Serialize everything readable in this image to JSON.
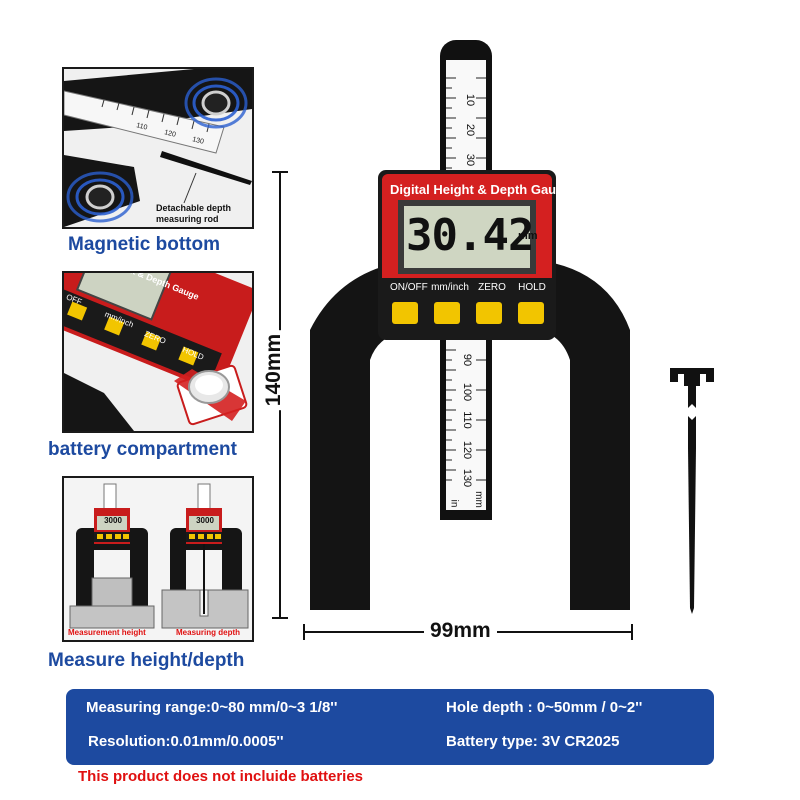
{
  "colors": {
    "accent": "#1d4aa0",
    "warning": "#e01010",
    "gauge_red": "#d42020",
    "lcd": "#cfd6c2"
  },
  "gauge": {
    "title": "Digital Height & Depth Gauge",
    "reading": "30.42",
    "unit": "mm",
    "buttons": [
      "ON/OFF",
      "mm/inch",
      "ZERO",
      "HOLD"
    ],
    "ruler_top": [
      "10",
      "20",
      "30"
    ],
    "ruler_bottom": [
      "90",
      "100",
      "110",
      "120",
      "130"
    ],
    "ruler_unit_top": "mm",
    "ruler_unit_bottom": "in"
  },
  "dimensions": {
    "height": "140mm",
    "width": "99mm"
  },
  "panels": {
    "magnetic": {
      "callout": "Detachable depth measuring rod",
      "caption": "Magnetic bottom",
      "ruler_marks": [
        "110",
        "120",
        "130"
      ]
    },
    "battery": {
      "caption": "battery compartment",
      "title_fragment": "ght & Depth Gauge",
      "buttons": [
        "OFF",
        "mm/inch",
        "ZERO",
        "HOLD"
      ]
    },
    "measure": {
      "caption": "Measure height/depth",
      "left_label": "Measurement height",
      "right_label": "Measuring depth",
      "left_reading": "3000",
      "right_reading": "3000"
    }
  },
  "specs": {
    "range": "Measuring range:0~80 mm/0~3 1/8''",
    "hole_depth": "Hole depth : 0~50mm / 0~2''",
    "resolution": "Resolution:0.01mm/0.0005''",
    "battery": "Battery type: 3V  CR2025"
  },
  "note": "This product does not incluide batteries"
}
